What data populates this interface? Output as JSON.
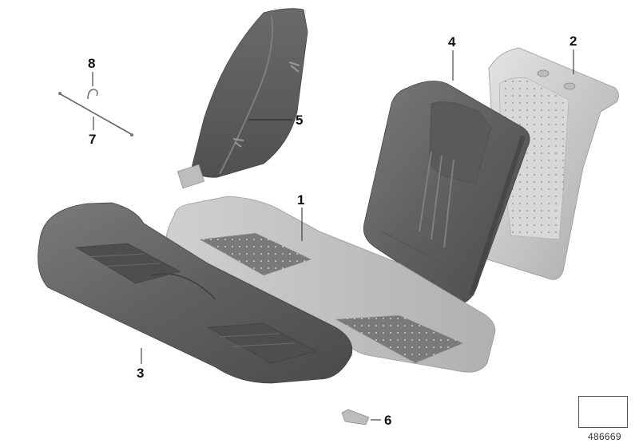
{
  "diagram": {
    "type": "exploded-parts-view",
    "subject": "rear seat bench, cover and trim components",
    "callouts": [
      {
        "id": "1",
        "label": "1",
        "part": "seat-cushion-foam-pad"
      },
      {
        "id": "2",
        "label": "2",
        "part": "backrest-foam-frame"
      },
      {
        "id": "3",
        "label": "3",
        "part": "seat-cushion-cover"
      },
      {
        "id": "4",
        "label": "4",
        "part": "backrest-cover"
      },
      {
        "id": "5",
        "label": "5",
        "part": "side-bolster-trim"
      },
      {
        "id": "6",
        "label": "6",
        "part": "mounting-bracket"
      },
      {
        "id": "7",
        "label": "7",
        "part": "wire-rod"
      },
      {
        "id": "8",
        "label": "8",
        "part": "clip"
      }
    ],
    "reference_icon": "direction-arrow-icon",
    "reference_number": "486669"
  },
  "colors": {
    "cover_dark": "#5c5c5c",
    "cover_mid": "#6e6e6e",
    "cover_light": "#8a8a8a",
    "foam_light": "#c8c8c8",
    "foam_lighter": "#dedede",
    "foam_pad_dark": "#7a7a7a",
    "leader_line": "#222222",
    "background": "#ffffff"
  }
}
